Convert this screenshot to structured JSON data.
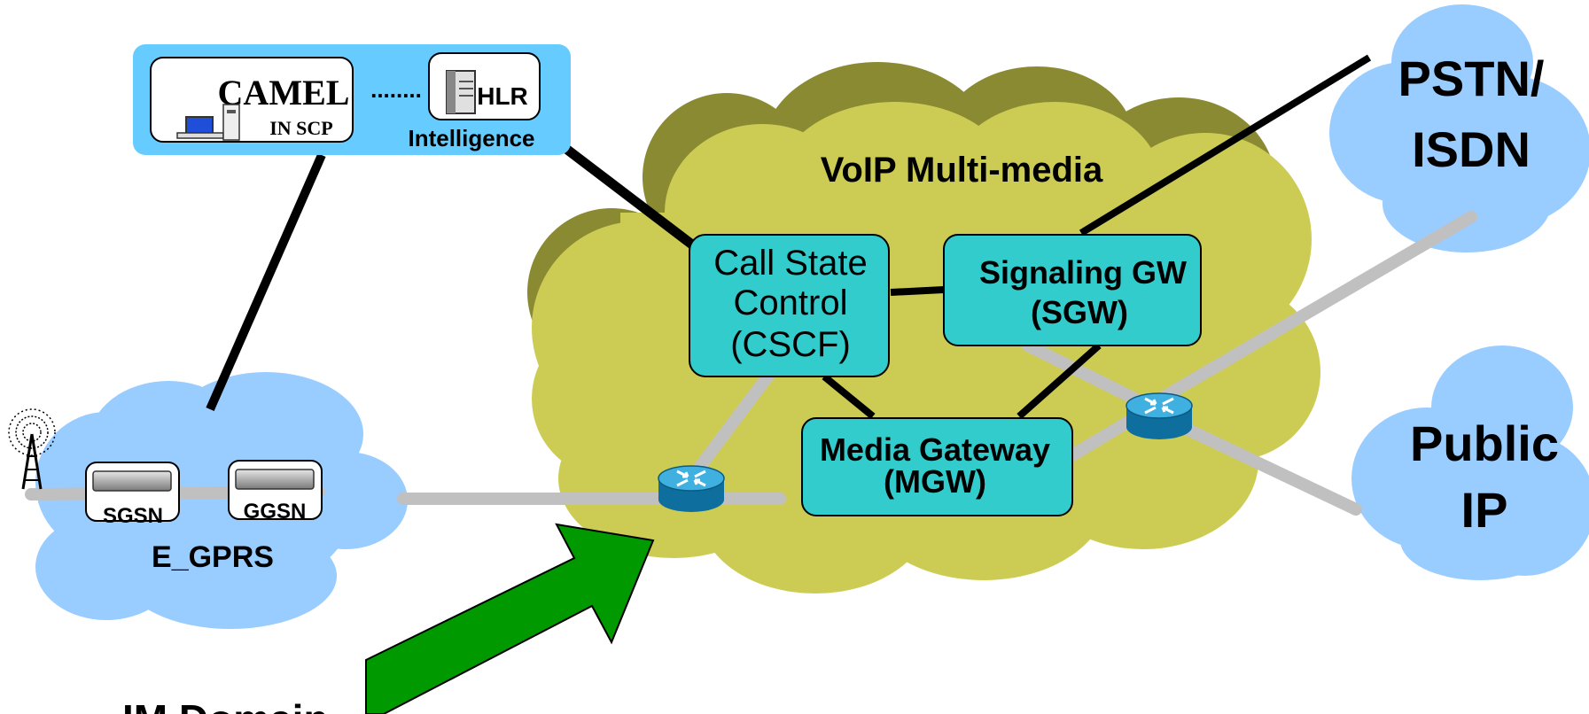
{
  "intelligence": {
    "camel_title": "CAMEL",
    "camel_subtitle": "IN SCP",
    "dots": "........",
    "hlr_label": "HLR",
    "caption": "Intelligence"
  },
  "voip_cloud": {
    "title": "VoIP Multi-media",
    "cscf_lines": [
      "Call State",
      "Control",
      "(CSCF)"
    ],
    "sgw_lines": [
      "Signaling GW",
      "(SGW)"
    ],
    "mgw_lines": [
      "Media Gateway",
      "(MGW)"
    ]
  },
  "egprs_cloud": {
    "title": "E_GPRS",
    "sgsn_label": "SGSN",
    "ggsn_label": "GGSN"
  },
  "pstn_cloud": {
    "lines": [
      "PSTN/",
      "ISDN"
    ]
  },
  "public_ip_cloud": {
    "lines": [
      "Public",
      "IP"
    ]
  },
  "im_domain": {
    "label": "IM Domain"
  },
  "colors": {
    "sky_cloud": "#99ccff",
    "voip_cloud": "#cccc55",
    "voip_cloud_shadow": "#8a8a33",
    "node_box": "#33cccc",
    "intelligence_bg": "#66ccff",
    "arrow": "#009900",
    "link_gray": "#c0c0c0",
    "router": "#1a8cc0"
  },
  "icons": {
    "antenna": "radio-tower-icon",
    "router": "router-icon",
    "server": "server-icon",
    "computer": "computer-icon"
  }
}
